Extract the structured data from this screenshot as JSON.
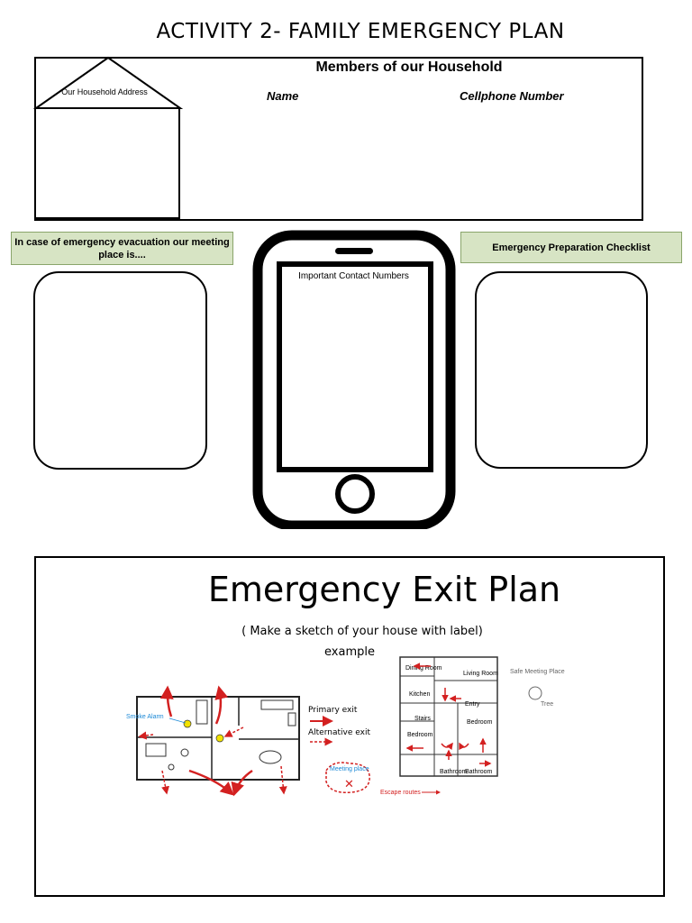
{
  "page": {
    "title": "ACTIVITY 2- FAMILY EMERGENCY PLAN"
  },
  "household": {
    "address_label": "Our Household Address",
    "members_heading": "Members of our Household",
    "col_name": "Name",
    "col_phone": "Cellphone Number"
  },
  "meeting": {
    "label": "In case of emergency evacuation our meeting place is...."
  },
  "checklist": {
    "label": "Emergency Preparation Checklist"
  },
  "contacts": {
    "label": "Important Contact Numbers"
  },
  "exit_plan": {
    "title": "Emergency Exit Plan",
    "subtitle": "( Make a sketch of your house with label)",
    "example": "example",
    "sketch1": {
      "smoke_alarm": "Smoke Alarm",
      "primary_exit": "Primary exit",
      "alternative_exit": "Alternative exit",
      "meeting_place": "Meeting place"
    },
    "sketch2": {
      "dining_room": "Dining Room",
      "living_room": "Living Room",
      "kitchen": "Kitchen",
      "entry": "Entry",
      "stairs": "Stairs",
      "bedroom_left": "Bedroom",
      "bedroom_right": "Bedroom",
      "bathroom_left": "Bathroom",
      "bathroom_right": "Bathroom",
      "safe_meeting_place": "Safe Meeting Place",
      "tree": "Tree",
      "escape_routes": "Escape routes"
    }
  },
  "colors": {
    "green_fill": "#d7e4c4",
    "arrow_red": "#d32020",
    "alarm_yellow": "#f2e200",
    "smoke_alarm_text": "#1a88d6"
  }
}
